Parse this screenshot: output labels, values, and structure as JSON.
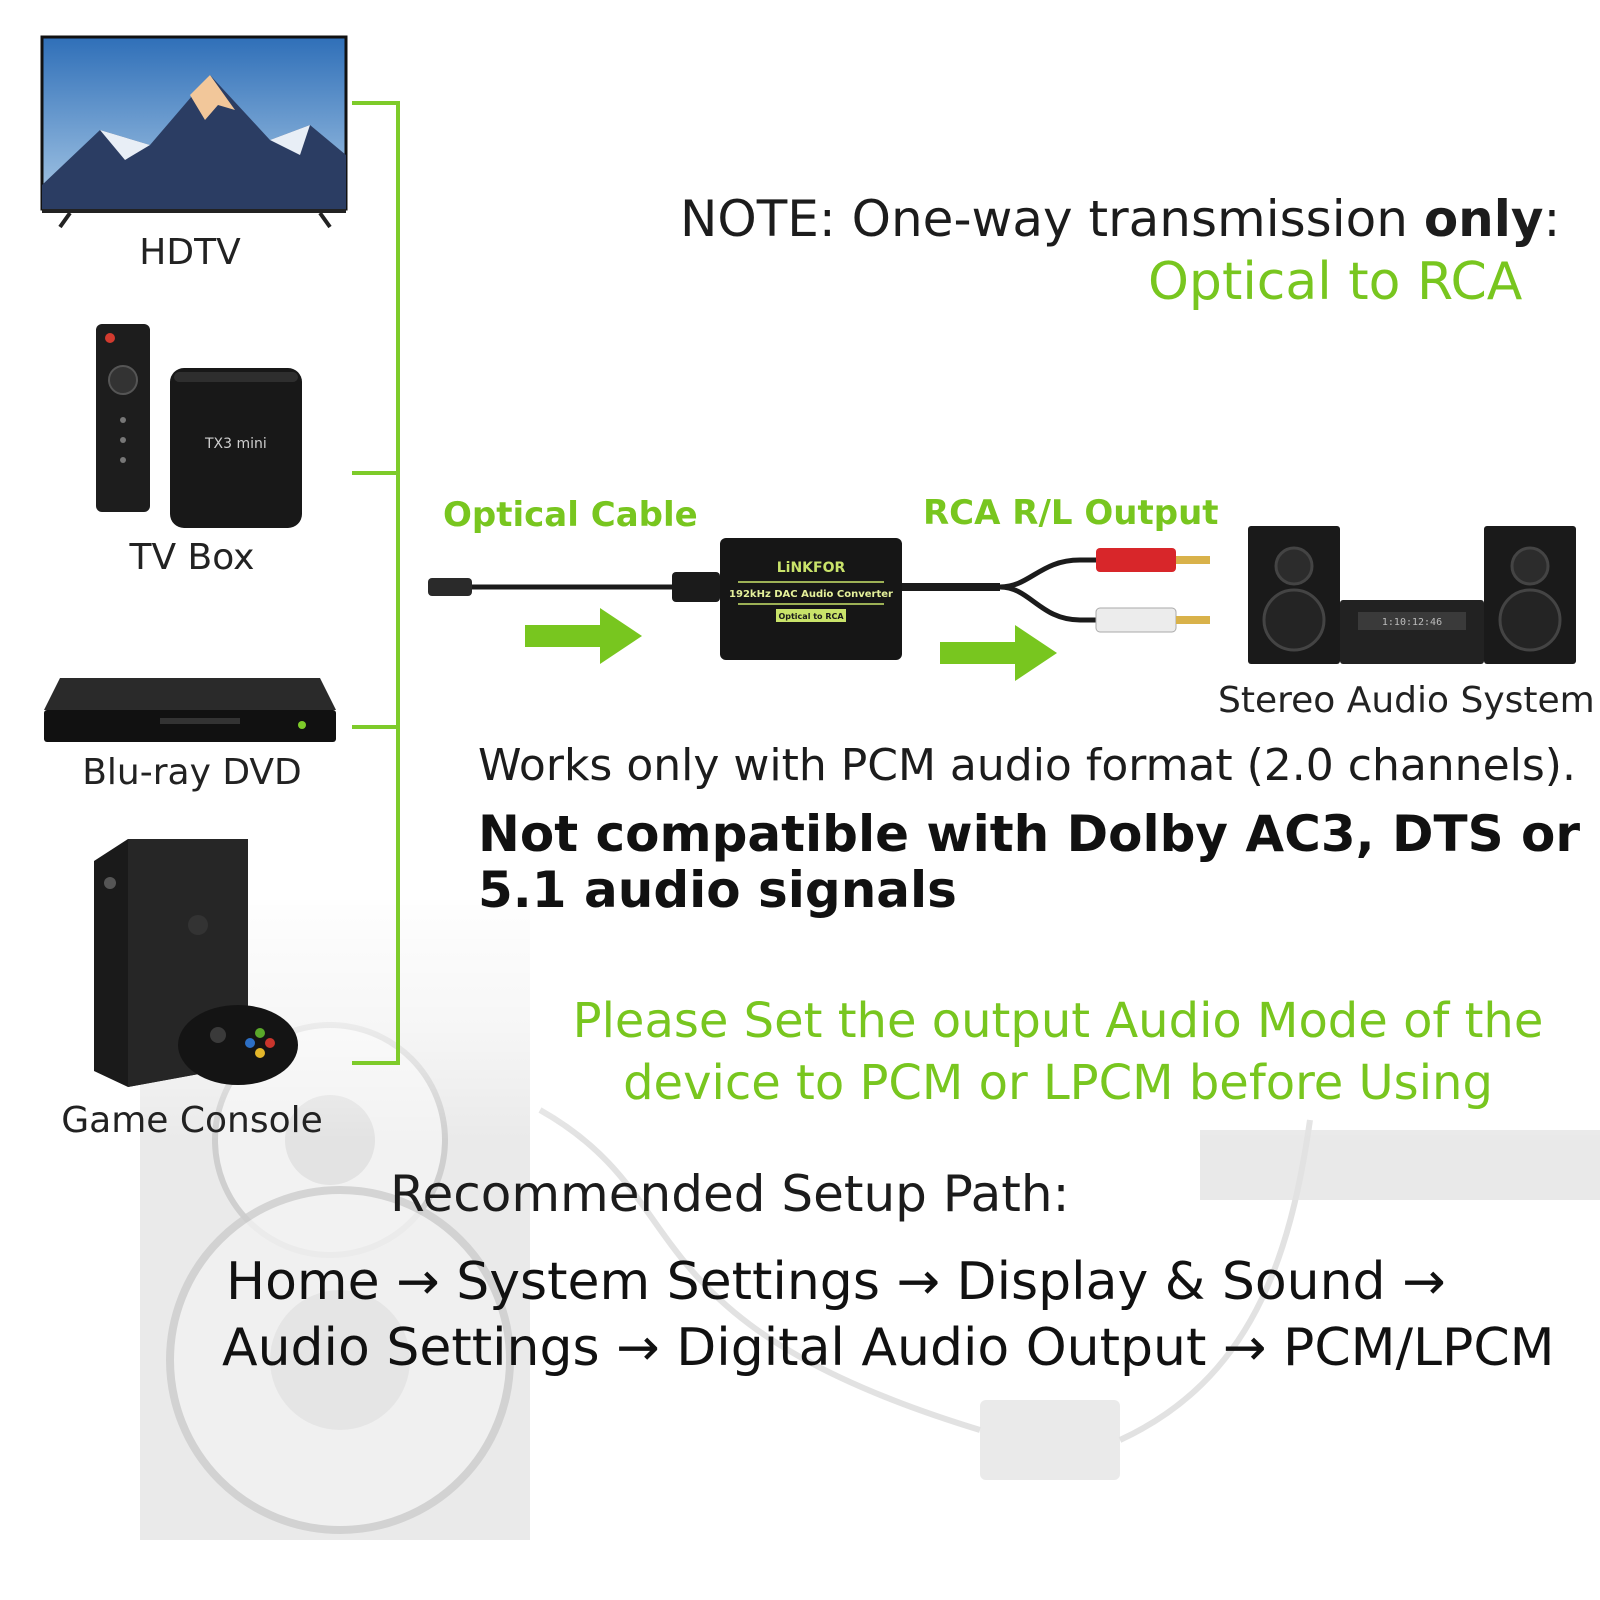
{
  "devices": [
    {
      "label": "HDTV",
      "icon": "hdtv-icon"
    },
    {
      "label": "TV Box",
      "icon": "tv-box-icon"
    },
    {
      "label": "Blu-ray DVD",
      "icon": "bluray-player-icon"
    },
    {
      "label": "Game Console",
      "icon": "game-console-icon"
    }
  ],
  "note": {
    "prefix": "NOTE: One-way transmission ",
    "emphasis": "only",
    "suffix": ":",
    "direction": "Optical to RCA"
  },
  "connection": {
    "input_label": "Optical Cable",
    "output_label": "RCA R/L Output",
    "converter": {
      "brand": "LiNKFOR",
      "model": "192kHz DAC Audio Converter",
      "tag": "Optical to RCA"
    },
    "receiver_label": "Stereo Audio System",
    "receiver_display": "1:10:12:46"
  },
  "compatibility": {
    "works": "Works only with PCM audio format (2.0 channels).",
    "not_compatible": "Not compatible with Dolby AC3, DTS or 5.1 audio signals"
  },
  "instruction": "Please Set the output Audio Mode of the device to PCM or LPCM before Using",
  "setup": {
    "title": "Recommended Setup Path:",
    "line1": "Home → System Settings → Display & Sound →",
    "line2": "Audio Settings → Digital Audio Output → PCM/LPCM"
  },
  "colors": {
    "accent": "#78c61f",
    "text": "#1c1c1c",
    "bracket": "#7ecb2a"
  }
}
